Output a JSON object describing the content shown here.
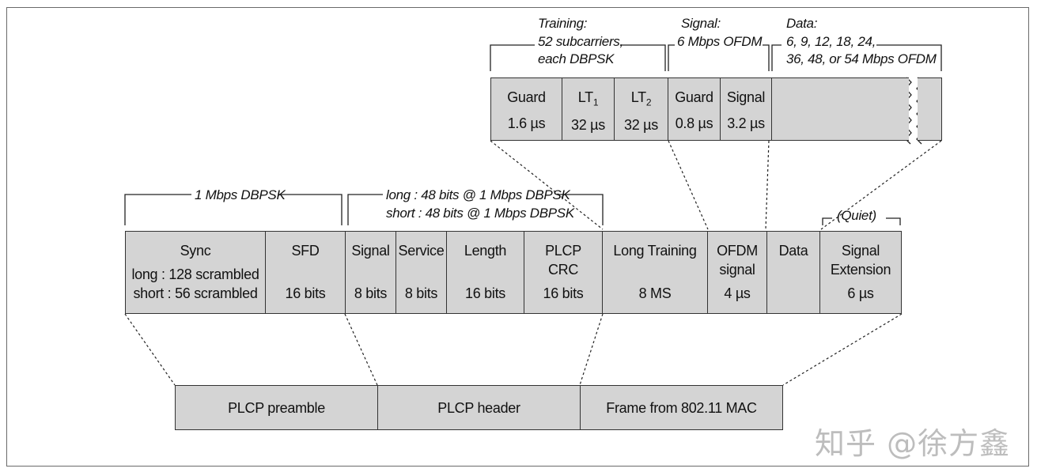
{
  "top": {
    "training": {
      "title": "Training:",
      "line1": "52 subcarriers,",
      "line2": "each DBPSK"
    },
    "signal": {
      "title": "Signal:",
      "line1": "6 Mbps OFDM"
    },
    "data": {
      "title": "Data:",
      "line1": "6, 9, 12, 18, 24,",
      "line2": "36, 48, or 54 Mbps OFDM"
    },
    "cells": [
      {
        "name": "Guard",
        "value": "1.6 µs"
      },
      {
        "name": "LT",
        "sub": "1",
        "value": "32 µs"
      },
      {
        "name": "LT",
        "sub": "2",
        "value": "32 µs"
      },
      {
        "name": "Guard",
        "value": "0.8 µs"
      },
      {
        "name": "Signal",
        "value": "3.2 µs"
      }
    ]
  },
  "middle": {
    "preamble_label": "1 Mbps DBPSK",
    "header_label_long": "long : 48 bits @ 1 Mbps DBPSK",
    "header_label_short": "short : 48 bits @ 1 Mbps DBPSK",
    "quiet_label": "(Quiet)",
    "sync": {
      "name": "Sync",
      "long": "long : 128 scrambled",
      "short": "short : 56 scrambled"
    },
    "sfd": {
      "name": "SFD",
      "value": "16 bits"
    },
    "signal": {
      "name": "Signal",
      "value": "8 bits"
    },
    "service": {
      "name": "Service",
      "value": "8 bits"
    },
    "length": {
      "name": "Length",
      "value": "16 bits"
    },
    "crc": {
      "name1": "PLCP",
      "name2": "CRC",
      "value": "16 bits"
    },
    "long_training": {
      "name": "Long Training",
      "value": "8 MS"
    },
    "ofdm": {
      "name1": "OFDM",
      "name2": "signal",
      "value": "4 µs"
    },
    "data": {
      "name": "Data"
    },
    "extension": {
      "name1": "Signal",
      "name2": "Extension",
      "value": "6 µs"
    }
  },
  "bottom": {
    "preamble": "PLCP preamble",
    "header": "PLCP header",
    "frame": "Frame from 802.11 MAC"
  },
  "watermark": "知乎 @徐方鑫"
}
